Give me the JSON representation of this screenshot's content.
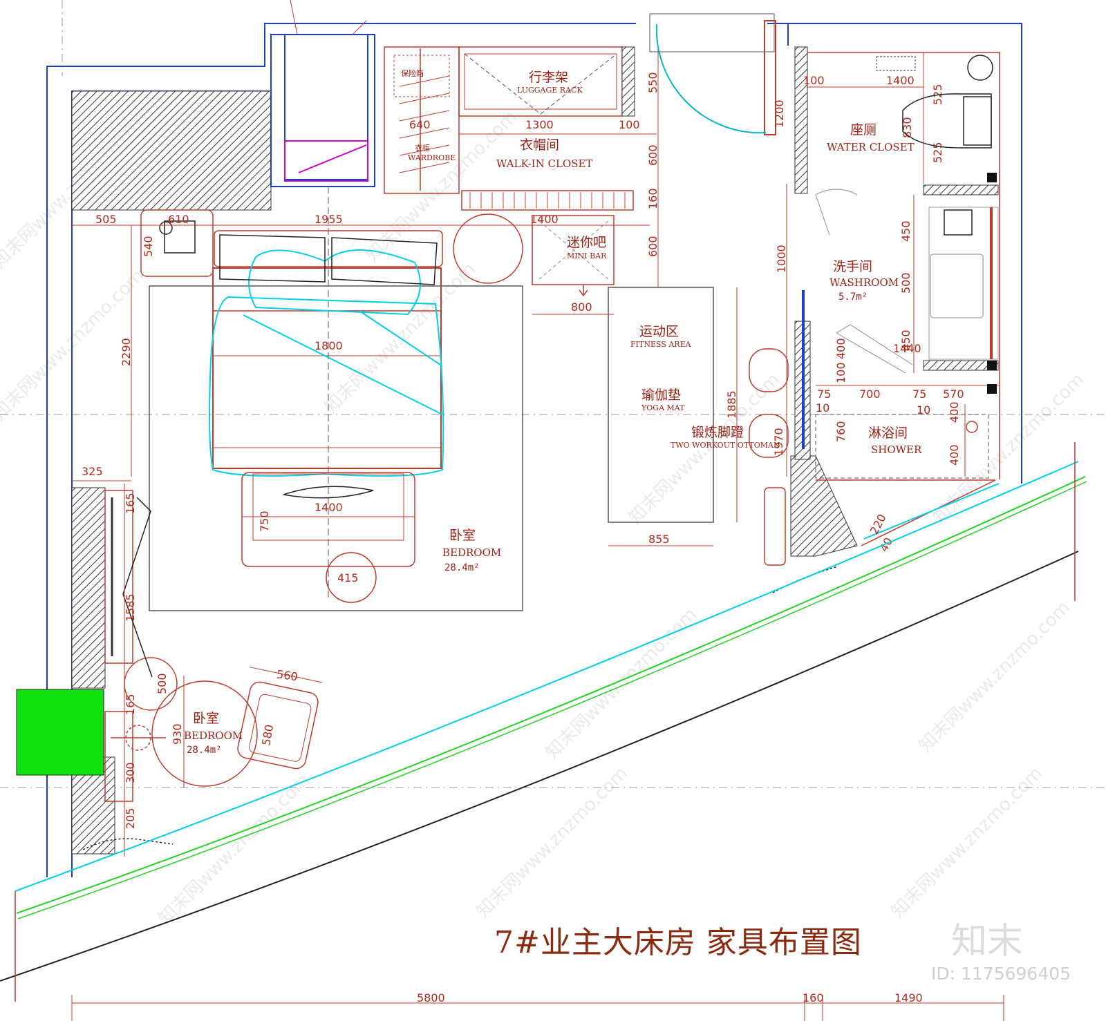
{
  "title": "7#业主大床房 家具布置图",
  "logo": "知末",
  "image_id": "ID: 1175696405",
  "watermark": "知末网www.znzmo.com",
  "rooms": {
    "bedroom_cn": "卧室",
    "bedroom_en": "BEDROOM",
    "bedroom_area": "28.4m²",
    "bedroom2_cn": "卧室",
    "bedroom2_en": "BEDROOM",
    "bedroom2_area": "28.4m²",
    "closet_cn": "衣帽间",
    "closet_en": "WALK-IN CLOSET",
    "luggage_cn": "行李架",
    "luggage_en": "LUGGAGE RACK",
    "safe_cn": "保险箱",
    "wardrobe_cn": "衣柜",
    "wardrobe_en": "WARDROBE",
    "minibar_cn": "迷你吧",
    "minibar_en": "MINI BAR",
    "fitness_cn": "运动区",
    "fitness_en": "FITNESS AREA",
    "yoga_cn": "瑜伽垫",
    "yoga_en": "YOGA MAT",
    "ottoman_cn": "锻炼脚蹬",
    "ottoman_en": "TWO WORKOUT OTTOMAN",
    "wc_cn": "座厕",
    "wc_en": "WATER CLOSET",
    "washroom_cn": "洗手间",
    "washroom_en": "WASHROOM",
    "washroom_area": "5.7m²",
    "shower_cn": "淋浴间",
    "shower_en": "SHOWER"
  },
  "dims": {
    "d505": "505",
    "d610": "610",
    "d1955": "1955",
    "d1400a": "1400",
    "d540": "540",
    "d2290": "2290",
    "d1800": "1800",
    "d1300": "1300",
    "d100a": "100",
    "d640": "640",
    "d550": "550",
    "d600a": "600",
    "d160": "160",
    "d600b": "600",
    "d800": "800",
    "d1200": "1200",
    "d1000": "1000",
    "d1400b": "1400",
    "d100b": "100",
    "d525a": "525",
    "d525b": "525",
    "d830": "830",
    "d450a": "450",
    "d500a": "500",
    "d450b": "450",
    "d1440": "1440",
    "d400a": "400",
    "d100c": "100",
    "d75a": "75",
    "d700": "700",
    "d75b": "75",
    "d570": "570",
    "d10a": "10",
    "d10b": "10",
    "d760": "760",
    "d400b": "400",
    "d400c": "400",
    "d1885": "1885",
    "d1970": "1970",
    "d855": "855",
    "d325": "325",
    "d165": "165",
    "d1400c": "1400",
    "d750": "750",
    "d415": "415",
    "d1585": "1585",
    "d500b": "500",
    "d165b": "165",
    "d930": "930",
    "d560": "560",
    "d580": "580",
    "d300": "300",
    "d205": "205",
    "d220": "220",
    "d40": "40",
    "d5800": "5800",
    "d160b": "160",
    "d1490": "1490"
  },
  "colors": {
    "wall_blue": "#1f3dcc",
    "furniture_red": "#c0392b",
    "cyan": "#00d0e6",
    "green_line": "#26d126",
    "green_block": "#11e011",
    "magenta": "#cc00cc",
    "title_brown": "#8a2a10"
  }
}
